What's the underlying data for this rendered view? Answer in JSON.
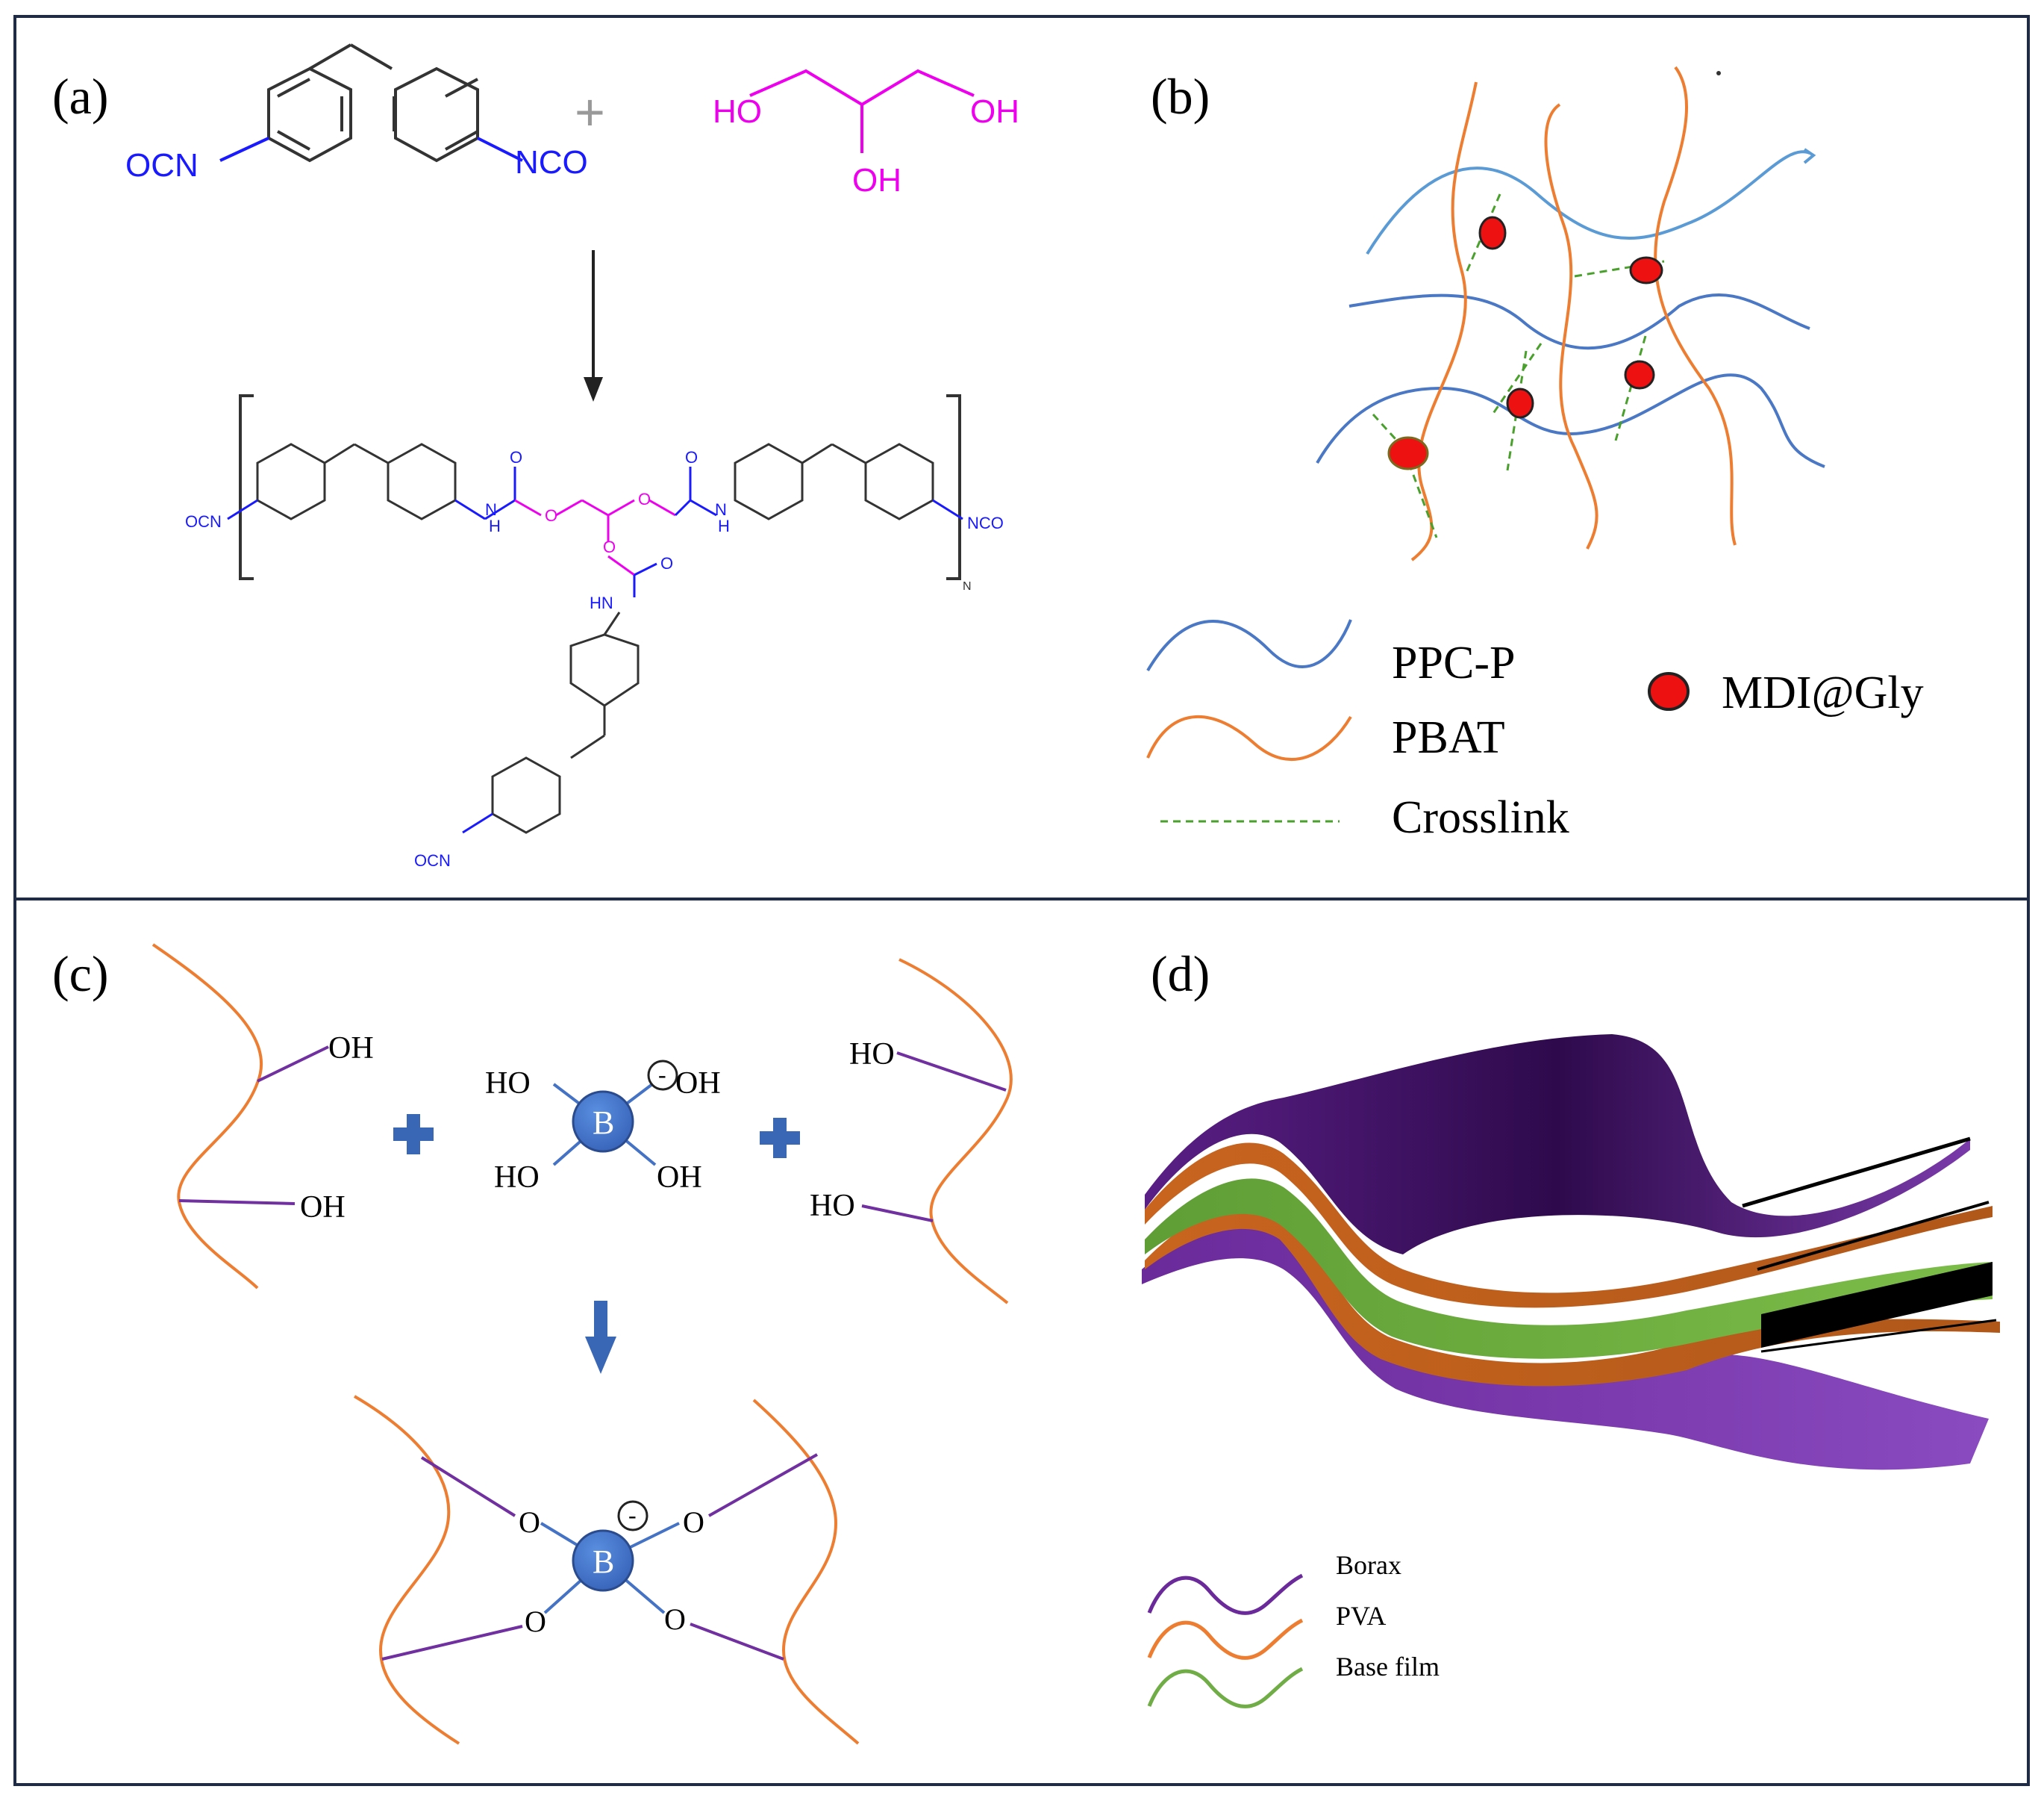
{
  "panel_labels": {
    "a": "(a)",
    "b": "(b)",
    "c": "(c)",
    "d": "(d)"
  },
  "panel_a": {
    "mdi_left_group": "OCN",
    "mdi_right_group": "NCO",
    "plus_sign": "+",
    "glycerol_ho_left": "HO",
    "glycerol_oh_right": "OH",
    "glycerol_oh_middle": "OH",
    "product_ocn_left": "OCN",
    "product_nco_right": "NCO",
    "product_nh_left": "H",
    "product_n_left": "N",
    "product_o_left_carbonyl": "O",
    "product_o_left_ether": "O",
    "product_o_mid_ether": "O",
    "product_o_right_ether": "O",
    "product_o_right_carbonyl": "O",
    "product_nh_right": "H",
    "product_n_right": "N",
    "product_o_branch_carbonyl": "O",
    "product_hn_branch": "HN",
    "product_ocn_bottom": "OCN",
    "repeat_subscript": "N",
    "colors": {
      "isocyanate": "#1a1aff",
      "glycerol": "#ee00ee",
      "bond": "#333333"
    }
  },
  "panel_b": {
    "legend": {
      "ppc_p": "PPC-P",
      "pbat": "PBAT",
      "crosslink": "Crosslink",
      "mdi_gly": "MDI@Gly"
    },
    "colors": {
      "ppc_p": "#4a78c4",
      "pbat": "#ed7d31",
      "crosslink": "#4aa02c",
      "node": "#ee1111"
    }
  },
  "panel_c": {
    "oh_top_left": "OH",
    "oh_bottom_left": "OH",
    "borate_ho_ul": "HO",
    "borate_oh_ur": "OH",
    "borate_ho_ll": "HO",
    "borate_oh_lr": "OH",
    "boron": "B",
    "charge": "-",
    "ho_top_right": "HO",
    "ho_bottom_right": "HO",
    "product_boron": "B",
    "product_charge": "-",
    "product_o1": "O",
    "product_o2": "O",
    "product_o3": "O",
    "product_o4": "O",
    "colors": {
      "chain": "#ed7d31",
      "bond": "#7030a0",
      "boron": "#4472c4"
    }
  },
  "panel_d": {
    "legend": {
      "borax": "Borax",
      "pva": "PVA",
      "base_film": "Base film"
    },
    "colors": {
      "borax": "#6a2a9a",
      "pva": "#ed7d31",
      "base_film": "#70ad47"
    }
  }
}
